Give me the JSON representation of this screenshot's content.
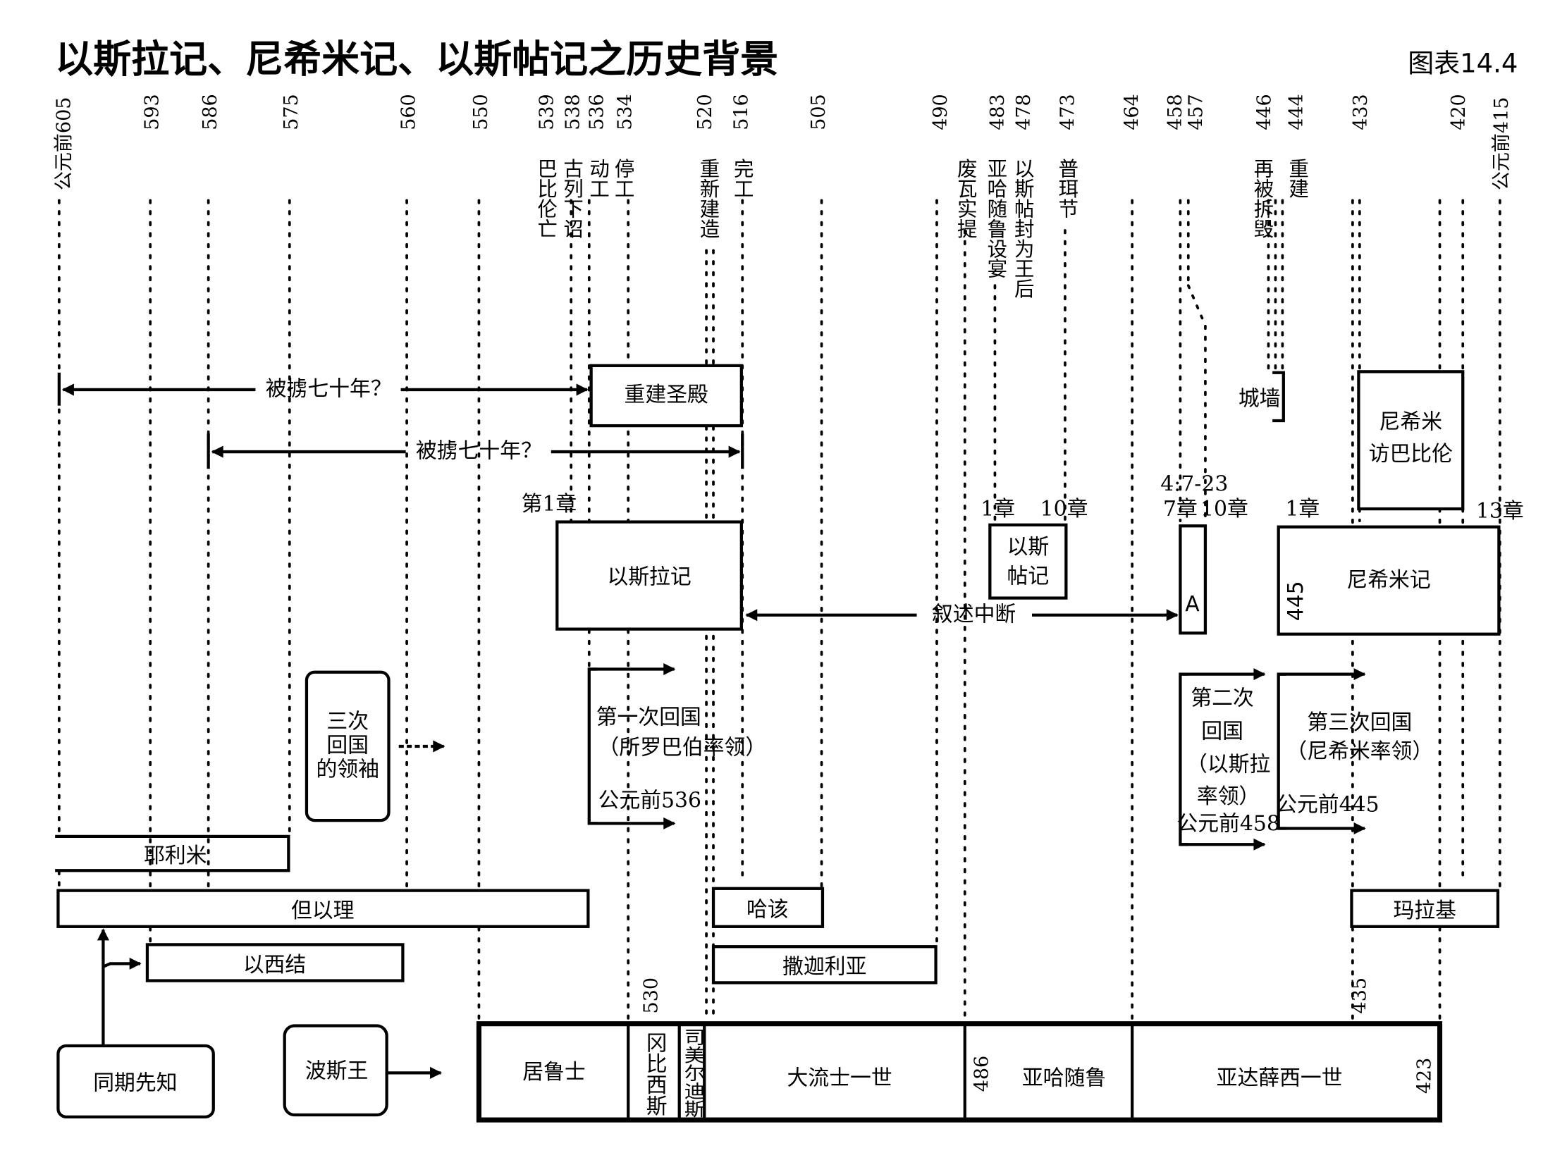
{
  "header": {
    "title": "以斯拉记、尼希米记、以斯帖记之历史背景",
    "chart_number": "图表14.4"
  },
  "years": [
    "公元前605",
    "593",
    "586",
    "575",
    "560",
    "550",
    "539",
    "538",
    "536",
    "534",
    "520",
    "516",
    "505",
    "490",
    "483",
    "478",
    "473",
    "464",
    "458",
    "457",
    "446",
    "444",
    "433",
    "420",
    "公元前415"
  ],
  "events": [
    "巴比伦亡",
    "古列下诏",
    "动工",
    "停工",
    "重新建造",
    "完工",
    "废瓦实提",
    "亚哈随鲁设宴",
    "以斯帖封为王后",
    "普珥节",
    "再被拆毁",
    "重建"
  ],
  "captivity": {
    "label_1": "被掳七十年？",
    "label_2": "被掳七十年？"
  },
  "temple_box": "重建圣殿",
  "wall_label": "城墙",
  "nehemiah_visit": [
    "尼希米",
    "访巴比伦"
  ],
  "chapters": {
    "ezra_start": "第1章",
    "esther_start": "1章",
    "esther_end": "10章",
    "ezra_aside": "4:7-23",
    "ezra_7": "7章",
    "ezra_10": "10章",
    "neh_start": "1章",
    "neh_end": "13章"
  },
  "books": {
    "ezra": "以斯拉记",
    "esther": [
      "以斯",
      "帖记"
    ],
    "ezra_a": "A",
    "nehemiah": "尼希米记",
    "nehemiah_year": "445"
  },
  "gap_label": "叙述中断",
  "leaders_box": [
    "三次",
    "回国",
    "的领袖"
  ],
  "return_1": [
    "第一次回国",
    "（所罗巴伯率领）",
    "公元前536"
  ],
  "return_2": [
    "第二次",
    "回国",
    "（以斯拉",
    "率领）",
    "公元前458"
  ],
  "return_3": [
    "第三次回国",
    "（尼希米率领）",
    "公元前445"
  ],
  "prophets": {
    "jeremiah": "耶利米",
    "daniel": "但以理",
    "ezekiel": "以西结",
    "haggai": "哈该",
    "zechariah": "撒迦利亚",
    "malachi": "玛拉基"
  },
  "contemporary_prophets": "同期先知",
  "persian_kings_label": "波斯王",
  "kings": {
    "cyrus": "居鲁士",
    "cambyses": "冈比西斯",
    "smerdis": "司美尔迪斯",
    "darius": "大流士一世",
    "xerxes": "亚哈随鲁",
    "artaxerxes": "亚达薛西一世"
  },
  "king_years": {
    "y530": "530",
    "y435": "435",
    "y486": "486",
    "y423": "423"
  }
}
